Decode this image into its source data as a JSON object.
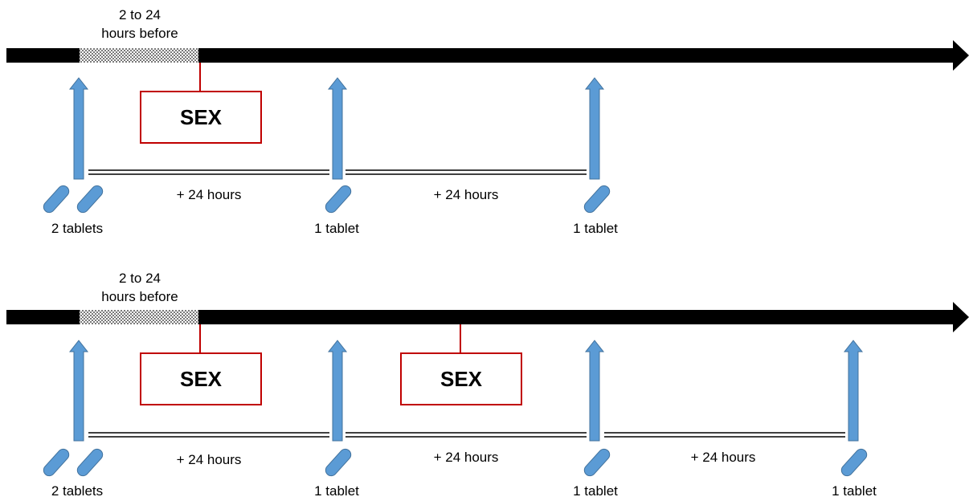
{
  "colors": {
    "timeline": "#000000",
    "dose_arrow": "#5b9bd5",
    "dose_arrow_border": "#41719c",
    "pill": "#5b9bd5",
    "sex_box_border": "#c00000",
    "window_fill": "checkered"
  },
  "icons": {
    "pill": "pill-icon",
    "dose": "up-arrow-icon",
    "timeline": "right-arrow-icon"
  },
  "scenarios": [
    {
      "window_label_line1": "2 to 24",
      "window_label_line2": "hours before",
      "sex_events": [
        "SEX"
      ],
      "intervals": [
        "+ 24 hours",
        "+ 24 hours"
      ],
      "doses": [
        "2 tablets",
        "1 tablet",
        "1 tablet"
      ]
    },
    {
      "window_label_line1": "2 to 24",
      "window_label_line2": "hours before",
      "sex_events": [
        "SEX",
        "SEX"
      ],
      "intervals": [
        "+ 24 hours",
        "+ 24 hours",
        "+ 24 hours"
      ],
      "doses": [
        "2 tablets",
        "1 tablet",
        "1 tablet",
        "1 tablet"
      ]
    }
  ]
}
